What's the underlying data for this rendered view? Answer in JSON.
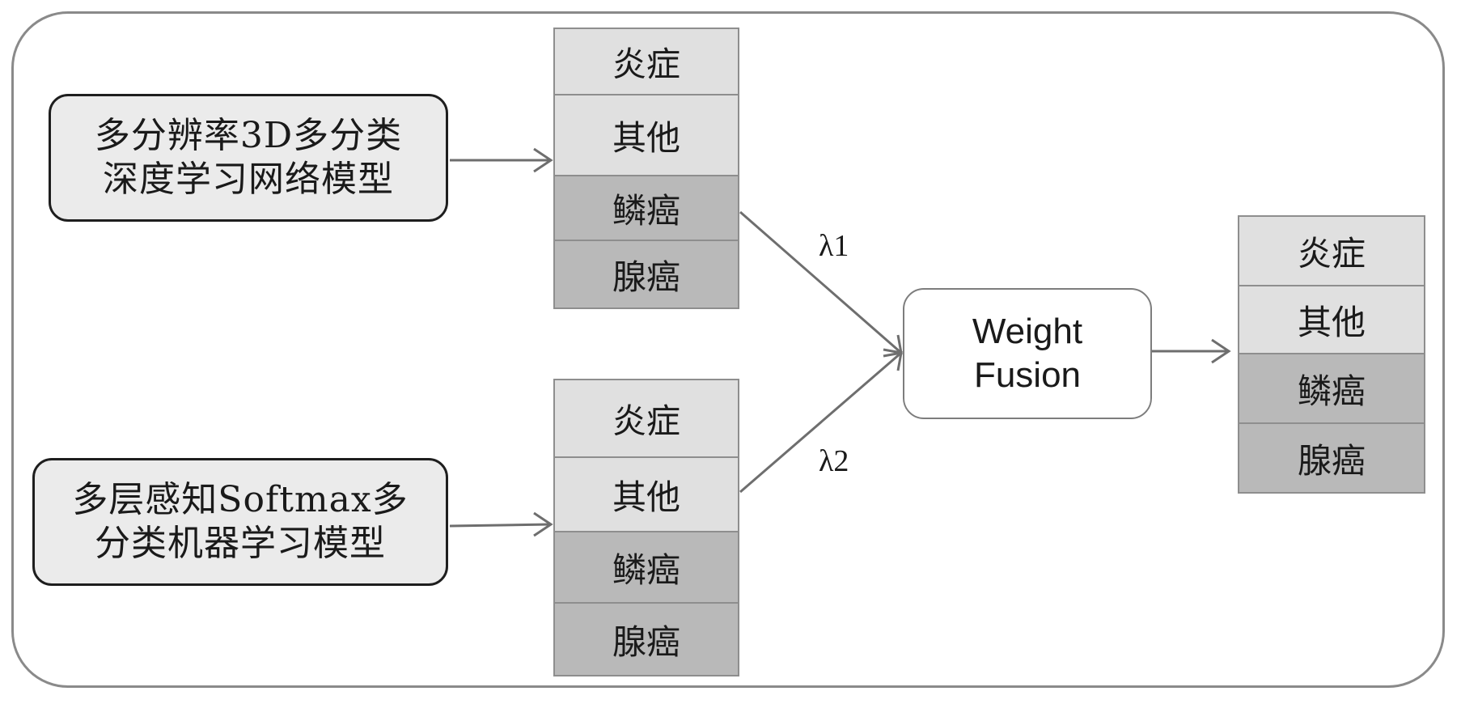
{
  "model_a": {
    "line1": "多分辨率3D多分类",
    "line2": "深度学习网络模型"
  },
  "model_b": {
    "line1": "多层感知Softmax多",
    "line2": "分类机器学习模型"
  },
  "classes": [
    {
      "label": "炎症",
      "shade": "light"
    },
    {
      "label": "其他",
      "shade": "light"
    },
    {
      "label": "鳞癌",
      "shade": "dark"
    },
    {
      "label": "腺癌",
      "shade": "dark"
    }
  ],
  "weights": {
    "w1": "λ1",
    "w2": "λ2"
  },
  "fusion": {
    "line1": "Weight",
    "line2": "Fusion"
  }
}
